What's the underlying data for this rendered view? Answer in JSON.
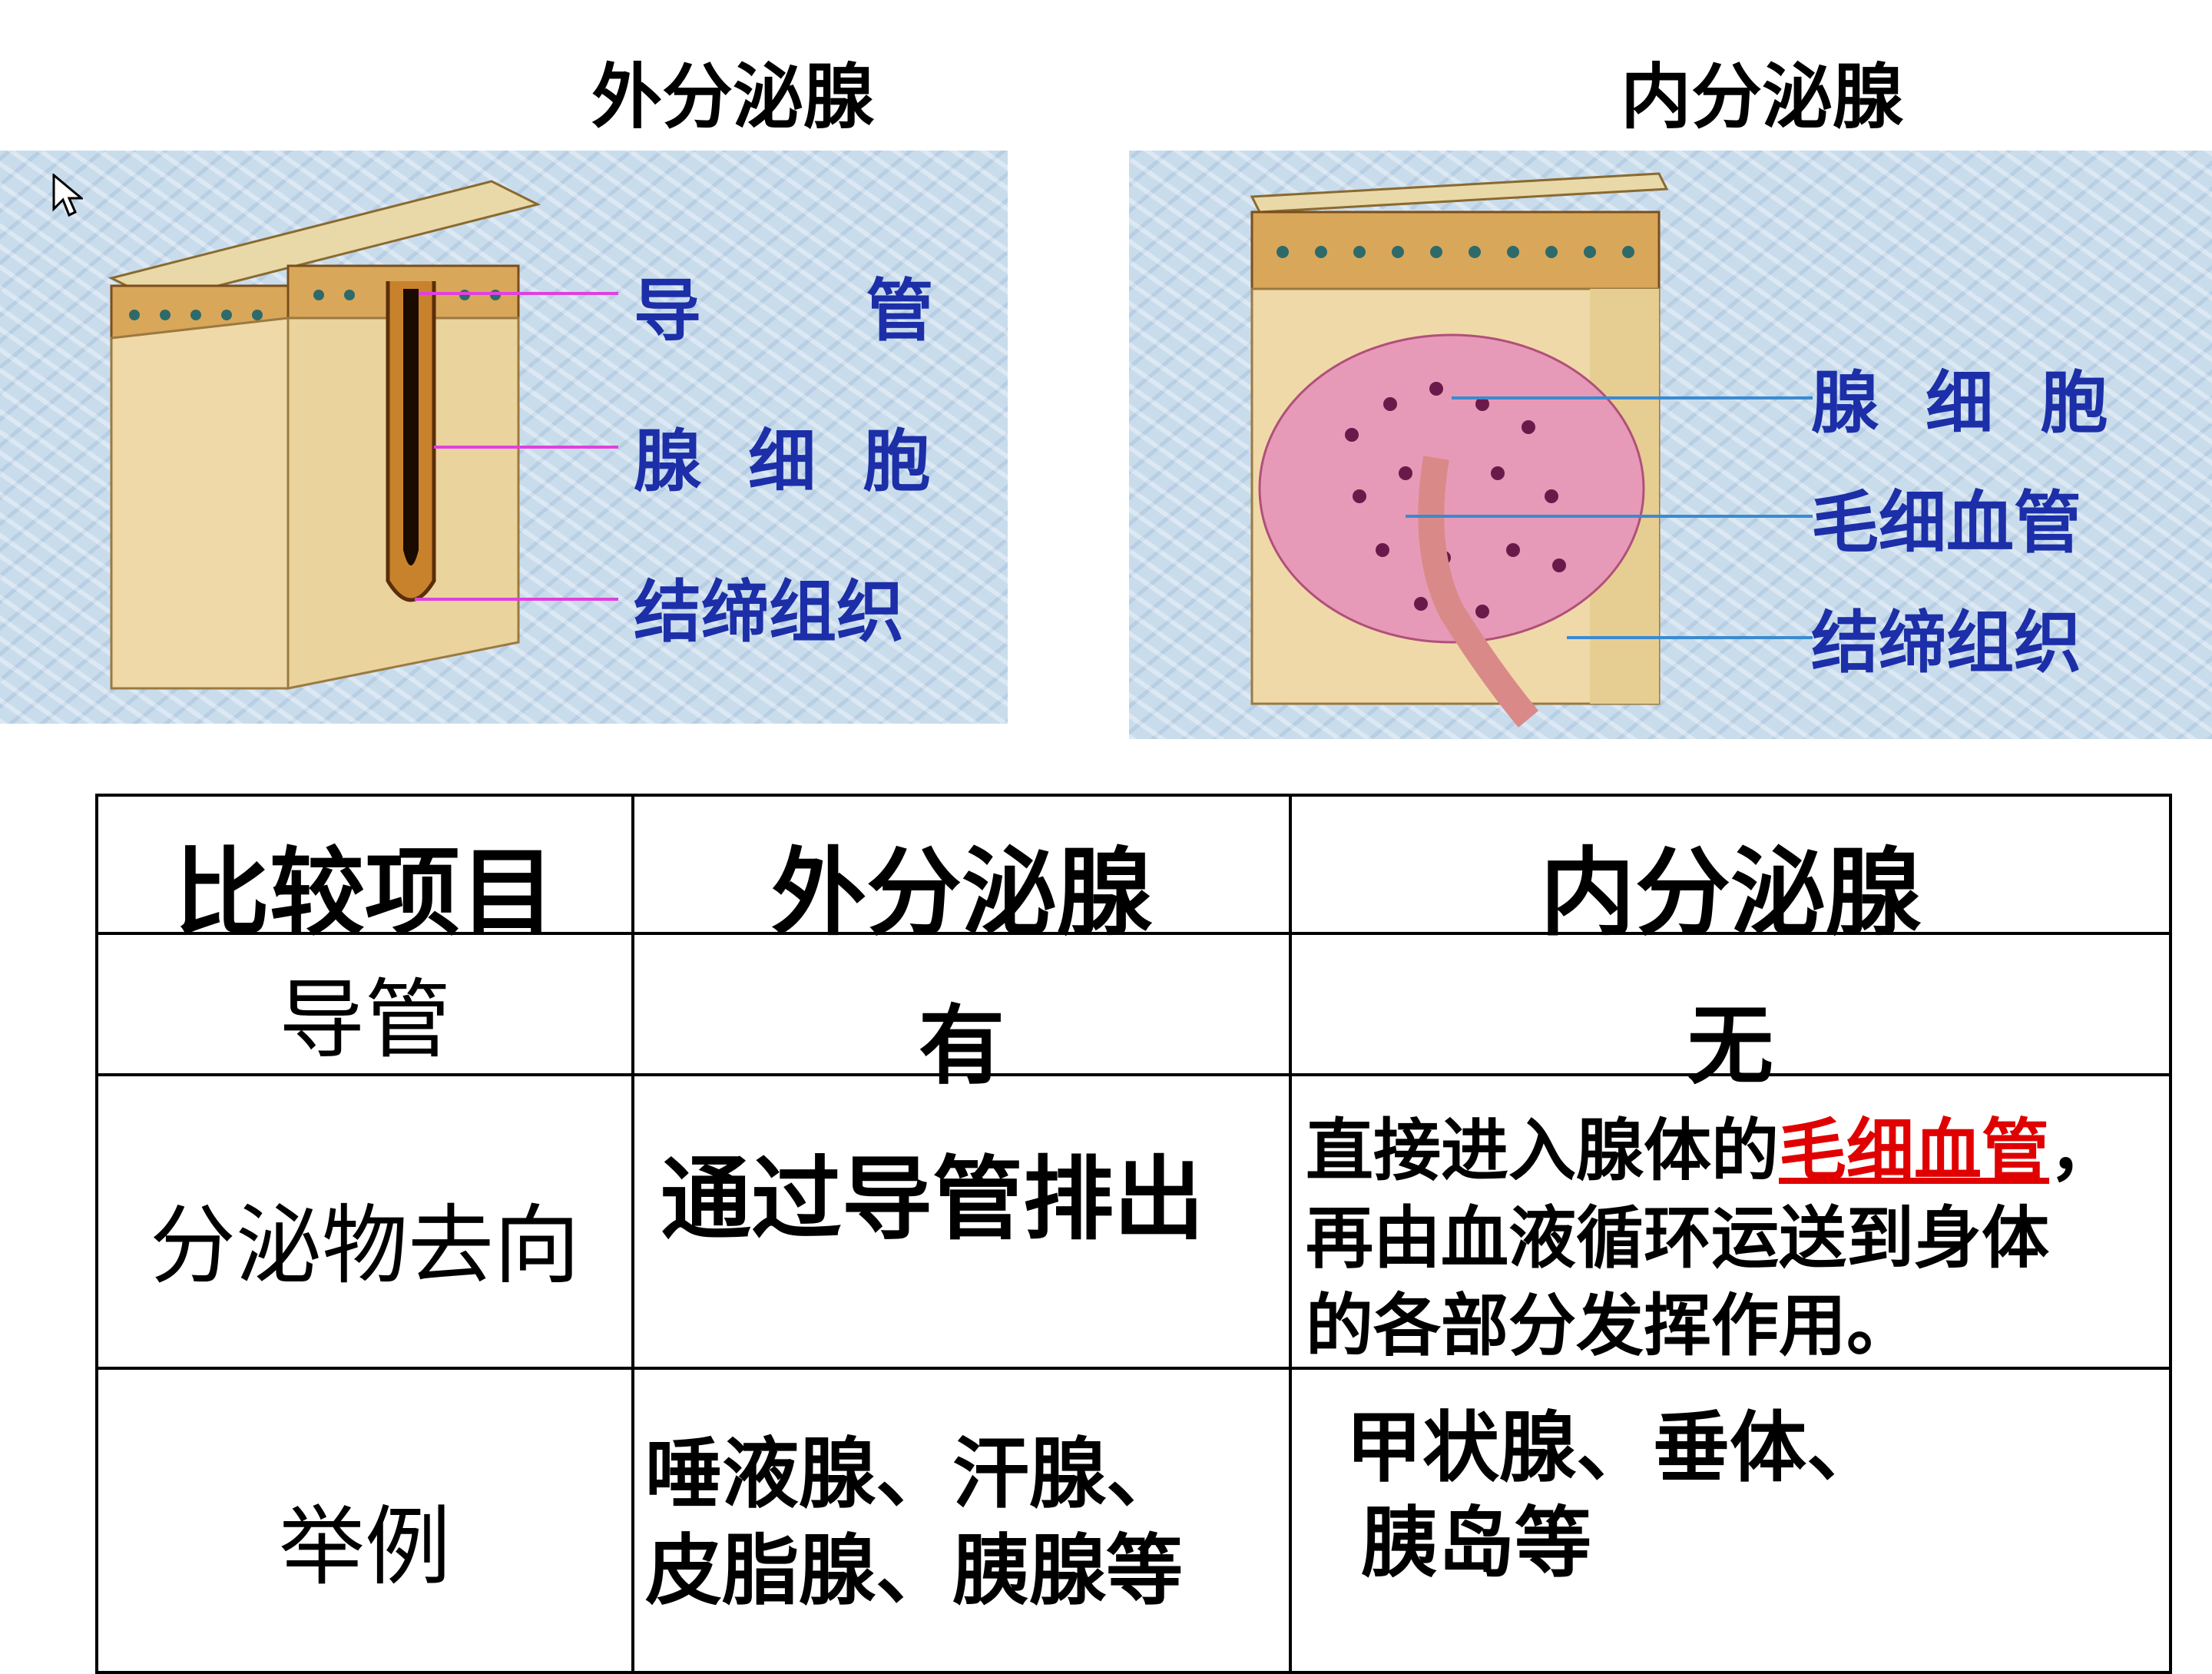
{
  "panels": {
    "exocrine": {
      "title": "外分泌腺",
      "labels": [
        "导       管",
        "腺  细  胞",
        "结缔组织"
      ]
    },
    "endocrine": {
      "title": "内分泌腺",
      "labels": [
        "腺  细  胞",
        "毛细血管",
        "结缔组织"
      ]
    }
  },
  "table": {
    "headers": [
      "比较项目",
      "外分泌腺",
      "内分泌腺"
    ],
    "rows": [
      {
        "item": "导管",
        "exo": "有",
        "endo": "无"
      },
      {
        "item": "分泌物去向",
        "exo": "通过导管排出",
        "endo_pre": "直接进入腺体的",
        "endo_highlight": "毛细血管",
        "endo_post": "，",
        "endo_line2": "再由血液循环运送到身体",
        "endo_line3": "的各部分发挥作用。"
      },
      {
        "item": "举例",
        "exo_line1": "唾液腺、汗腺、",
        "exo_line2": "皮脂腺、胰腺等",
        "endo_line1": "甲状腺、垂体、",
        "endo_line2": "胰岛等"
      }
    ]
  },
  "colors": {
    "label_blue": "#1c2fa8",
    "highlight_red": "#e00000",
    "pointer_magenta": "#e040e0",
    "pointer_blue": "#3a8ad0"
  }
}
